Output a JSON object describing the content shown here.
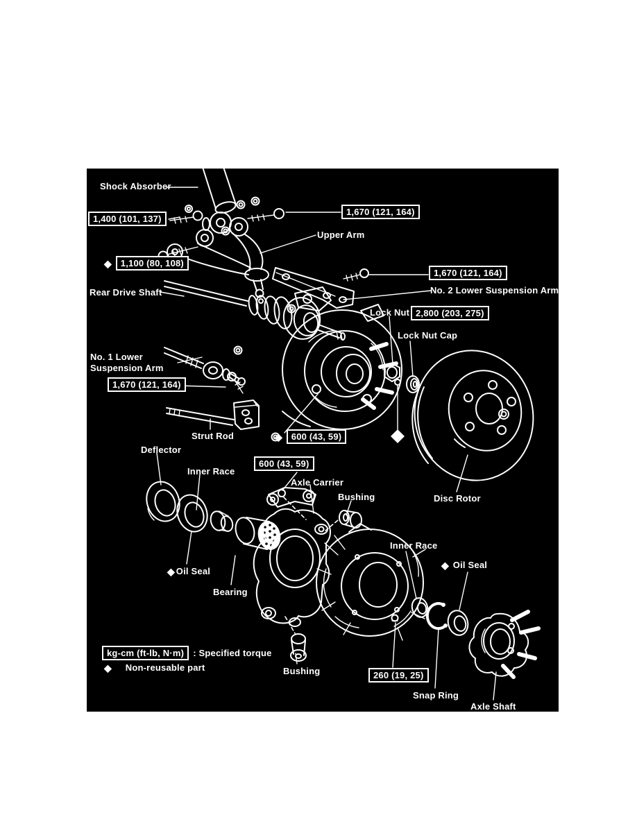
{
  "colors": {
    "page_background": "#ffffff",
    "diagram_background": "#000000",
    "line": "#ffffff"
  },
  "labels": {
    "shock_absorber": "Shock Absorber",
    "upper_arm": "Upper Arm",
    "rear_drive_shaft": "Rear Drive Shaft",
    "no2_lower_suspension_arm": "No. 2 Lower Suspension Arm",
    "lock_nut": "Lock Nut",
    "lock_nut_cap": "Lock Nut Cap",
    "no1_lower_line1": "No. 1 Lower",
    "no1_lower_line2": "Suspension Arm",
    "strut_rod": "Strut Rod",
    "deflector": "Deflector",
    "inner_race_left": "Inner Race",
    "axle_carrier": "Axle Carrier",
    "bushing_upper": "Bushing",
    "disc_rotor": "Disc Rotor",
    "inner_race_right": "Inner Race",
    "oil_seal_left": "Oil Seal",
    "oil_seal_right": "Oil Seal",
    "bearing": "Bearing",
    "bushing_lower": "Bushing",
    "snap_ring": "Snap Ring",
    "axle_shaft": "Axle Shaft"
  },
  "torques": {
    "t1400": "1,400 (101, 137)",
    "t1670_top": "1,670 (121, 164)",
    "t1100": "1,100 (80, 108)",
    "t1670_right": "1,670 (121, 164)",
    "t2800": "2,800 (203, 275)",
    "t1670_left": "1,670 (121, 164)",
    "t600_a": "600 (43, 59)",
    "t600_b": "600 (43, 59)",
    "t260": "260 (19, 25)"
  },
  "legend": {
    "diamond_symbol": "◆",
    "torque_unit_box": "kg-cm (ft-lb, N·m)",
    "torque_meaning": ":  Specified torque",
    "non_reusable": "Non-reusable part"
  }
}
